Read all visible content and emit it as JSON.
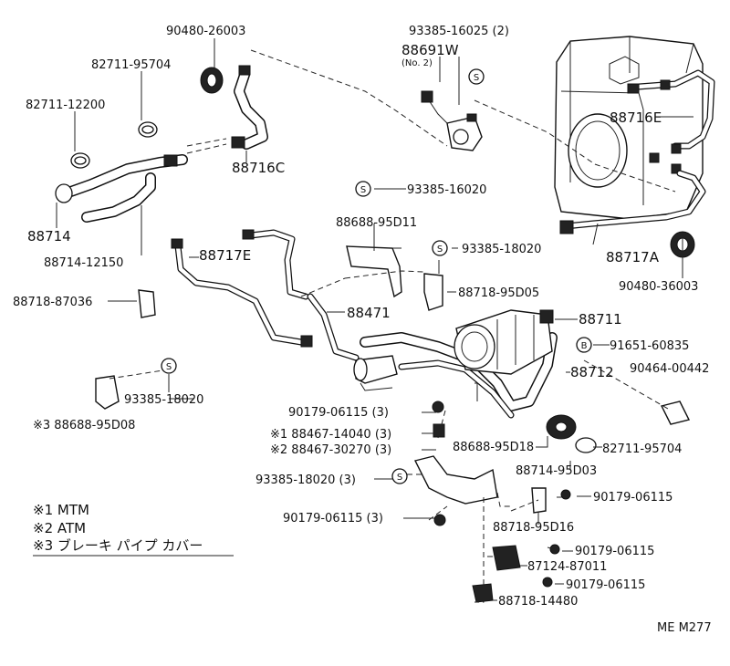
{
  "diagram_code": "ME M277",
  "callouts": {
    "p90480_26003": "90480-26003",
    "p93385_16025": "93385-16025 (2)",
    "p88691W": "88691W",
    "no2": "(No. 2)",
    "p82711_95704_top": "82711-95704",
    "p82711_12200": "82711-12200",
    "p88716E": "88716E",
    "p88716C": "88716C",
    "p88714": "88714",
    "p88714_12150": "88714-12150",
    "p93385_16020_top": "93385-16020",
    "p88688_95D11": "88688-95D11",
    "p88717E": "88717E",
    "p93385_18020_mid": "93385-18020",
    "p88717A": "88717A",
    "p90480_36003": "90480-36003",
    "p88718_87036": "88718-87036",
    "p88718_95D05": "88718-95D05",
    "p88471": "88471",
    "p88711": "88711",
    "p91651_60835": "91651-60835",
    "p88712": "88712",
    "p90464_00442": "90464-00442",
    "p93385_18020_left": "93385-18020",
    "p88688_95D08": "※3 88688-95D08",
    "p90179_06115_a": "90179-06115 (3)",
    "p88467_14040": "※1 88467-14040 (3)",
    "p88467_30270": "※2 88467-30270 (3)",
    "p88688_95D18": "88688-95D18",
    "p82711_95704_right": "82711-95704",
    "p88714_95D03": "88714-95D03",
    "p93385_18020_bottom": "93385-18020 (3)",
    "p90179_06115_r1": "90179-06115",
    "p90179_06115_b": "90179-06115 (3)",
    "p88718_95D16": "88718-95D16",
    "p90179_06115_r2": "90179-06115",
    "p87124_87011": "87124-87011",
    "p90179_06115_r3": "90179-06115",
    "p88718_14480": "88718-14480"
  },
  "legend": {
    "m1": "※1 MTM",
    "m2": "※2 ATM",
    "m3": "※3 ブレーキ パイプ カバー"
  },
  "symbol_s": "S",
  "symbol_b": "B"
}
